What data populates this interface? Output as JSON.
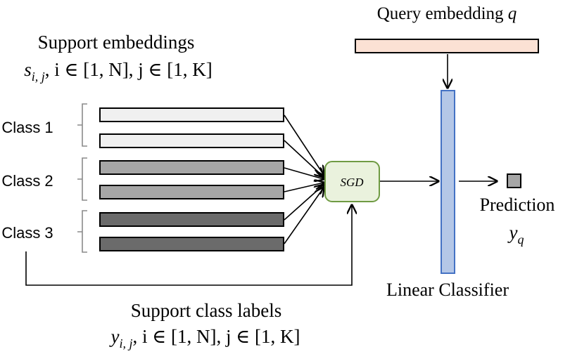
{
  "query": {
    "label": "Query embedding",
    "symbol": "q",
    "color": "#fbe1d4",
    "border": "#c06a3a"
  },
  "support": {
    "title": "Support embeddings",
    "formula": {
      "s": "s",
      "sub": "i, j",
      "rest": ", i ∈ [1, N], j ∈ [1, K]"
    }
  },
  "classes": [
    {
      "label": "Class 1",
      "color": "#f0f0f0"
    },
    {
      "label": "Class 2",
      "color": "#a6a6a6"
    },
    {
      "label": "Class 3",
      "color": "#6b6b6b"
    }
  ],
  "sgd": {
    "label": "SGD",
    "fill": "#eaf2dd",
    "border": "#6f9b43"
  },
  "classifier": {
    "label": "Linear Classifier",
    "fill": "#b4c7e7",
    "border": "#4472c4"
  },
  "prediction": {
    "label": "Prediction",
    "symbol": "y",
    "sub": "q",
    "color": "#a6a6a6"
  },
  "labels": {
    "title": "Support class labels",
    "formula": {
      "y": "y",
      "sub": "i, j",
      "rest": ", i ∈ [1, N], j ∈ [1, K]"
    }
  }
}
